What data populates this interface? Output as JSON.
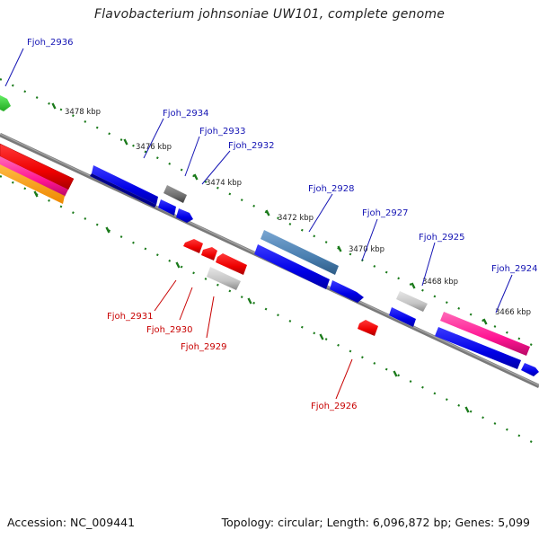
{
  "title": "Flavobacterium johnsoniae UW101, complete genome",
  "footer": {
    "accession": "Accession: NC_009441",
    "summary": "Topology: circular; Length: 6,096,872 bp; Genes: 5,099"
  },
  "colors": {
    "backbone": "#808080",
    "tick": "#1a7a1a",
    "forward_label": "#1414b4",
    "reverse_label": "#c80000",
    "cds_blue": "#0000ee",
    "cds_red": "#ee0000",
    "cds_grey": "#c0c0c0",
    "cds_darkgrey": "#707070",
    "cds_steel": "#4a7fb0",
    "cds_pink": "#ff1493",
    "cds_green": "#33cc33",
    "cds_orange": "#ff9900"
  },
  "ticks": [
    {
      "label": "3478 kbp"
    },
    {
      "label": "3476 kbp"
    },
    {
      "label": "3474 kbp"
    },
    {
      "label": "3472 kbp"
    },
    {
      "label": "3470 kbp"
    },
    {
      "label": "3468 kbp"
    },
    {
      "label": "3466 kbp"
    }
  ],
  "genes": [
    {
      "name": "Fjoh_2936",
      "strand": "forward",
      "color": "cds_green"
    },
    {
      "name": "Fjoh_2934",
      "strand": "forward",
      "color": "cds_blue"
    },
    {
      "name": "Fjoh_2933",
      "strand": "forward",
      "color": "cds_darkgrey"
    },
    {
      "name": "Fjoh_2932",
      "strand": "forward",
      "color": "cds_blue"
    },
    {
      "name": "Fjoh_2931",
      "strand": "reverse",
      "color": "cds_red"
    },
    {
      "name": "Fjoh_2930",
      "strand": "reverse",
      "color": "cds_red"
    },
    {
      "name": "Fjoh_2929",
      "strand": "reverse",
      "color": "cds_red"
    },
    {
      "name": "Fjoh_2928",
      "strand": "forward",
      "color": "cds_steel"
    },
    {
      "name": "Fjoh_2927",
      "strand": "forward",
      "color": "cds_blue"
    },
    {
      "name": "Fjoh_2926",
      "strand": "reverse",
      "color": "cds_red"
    },
    {
      "name": "Fjoh_2925",
      "strand": "forward",
      "color": "cds_grey"
    },
    {
      "name": "Fjoh_2924",
      "strand": "forward",
      "color": "cds_pink"
    }
  ]
}
